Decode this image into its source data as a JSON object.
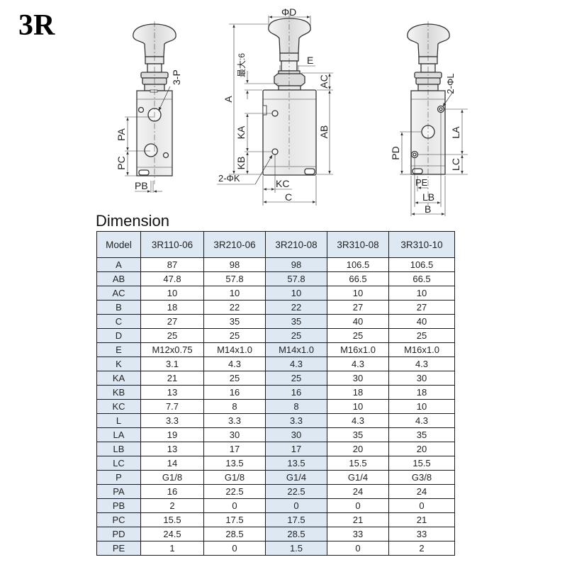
{
  "title": "3R",
  "drawing": {
    "left_view_labels": [
      "3-P",
      "PA",
      "PC",
      "PB"
    ],
    "middle_view_labels": [
      "ΦD",
      "E",
      "A",
      "最大:6",
      "AC",
      "AB",
      "KA",
      "KB",
      "2-ΦK",
      "KC",
      "C"
    ],
    "right_view_labels": [
      "2-ΦL",
      "LA",
      "LC",
      "PD",
      "PE",
      "LB",
      "B"
    ],
    "label_3p": "3-P",
    "label_pa": "PA",
    "label_pc": "PC",
    "label_pb": "PB",
    "label_phid": "ΦD",
    "label_e": "E",
    "label_a": "A",
    "label_max": "最大:6",
    "label_ac": "AC",
    "label_ab": "AB",
    "label_ka": "KA",
    "label_kb": "KB",
    "label_2phik": "2-ΦK",
    "label_kc": "KC",
    "label_c": "C",
    "label_2phil": "2-ΦL",
    "label_la": "LA",
    "label_lc": "LC",
    "label_pd": "PD",
    "label_pe": "PE",
    "label_lb": "LB",
    "label_b": "B"
  },
  "dimension_heading": "Dimension",
  "table": {
    "header": [
      "Model",
      "3R110-06",
      "3R210-06",
      "3R210-08",
      "3R310-08",
      "3R310-10"
    ],
    "rows": [
      [
        "A",
        "87",
        "98",
        "98",
        "106.5",
        "106.5"
      ],
      [
        "AB",
        "47.8",
        "57.8",
        "57.8",
        "66.5",
        "66.5"
      ],
      [
        "AC",
        "10",
        "10",
        "10",
        "10",
        "10"
      ],
      [
        "B",
        "18",
        "22",
        "22",
        "27",
        "27"
      ],
      [
        "C",
        "27",
        "35",
        "35",
        "40",
        "40"
      ],
      [
        "D",
        "25",
        "25",
        "25",
        "25",
        "25"
      ],
      [
        "E",
        "M12x0.75",
        "M14x1.0",
        "M14x1.0",
        "M16x1.0",
        "M16x1.0"
      ],
      [
        "K",
        "3.1",
        "4.3",
        "4.3",
        "4.3",
        "4.3"
      ],
      [
        "KA",
        "21",
        "25",
        "25",
        "30",
        "30"
      ],
      [
        "KB",
        "13",
        "16",
        "16",
        "18",
        "18"
      ],
      [
        "KC",
        "7.7",
        "8",
        "8",
        "10",
        "10"
      ],
      [
        "L",
        "3.3",
        "3.3",
        "3.3",
        "4.3",
        "4.3"
      ],
      [
        "LA",
        "19",
        "30",
        "30",
        "35",
        "35"
      ],
      [
        "LB",
        "13",
        "17",
        "17",
        "20",
        "20"
      ],
      [
        "LC",
        "14",
        "13.5",
        "13.5",
        "15.5",
        "15.5"
      ],
      [
        "P",
        "G1/8",
        "G1/8",
        "G1/4",
        "G1/4",
        "G3/8"
      ],
      [
        "PA",
        "16",
        "22.5",
        "22.5",
        "24",
        "24"
      ],
      [
        "PB",
        "2",
        "0",
        "0",
        "0",
        "0"
      ],
      [
        "PC",
        "15.5",
        "17.5",
        "17.5",
        "21",
        "21"
      ],
      [
        "PD",
        "24.5",
        "28.5",
        "28.5",
        "33",
        "33"
      ],
      [
        "PE",
        "1",
        "0",
        "1.5",
        "0",
        "2"
      ]
    ]
  },
  "colors": {
    "header_fill": "#dde8f3",
    "border": "#1a1a1a",
    "body_fill": "#ededed"
  }
}
